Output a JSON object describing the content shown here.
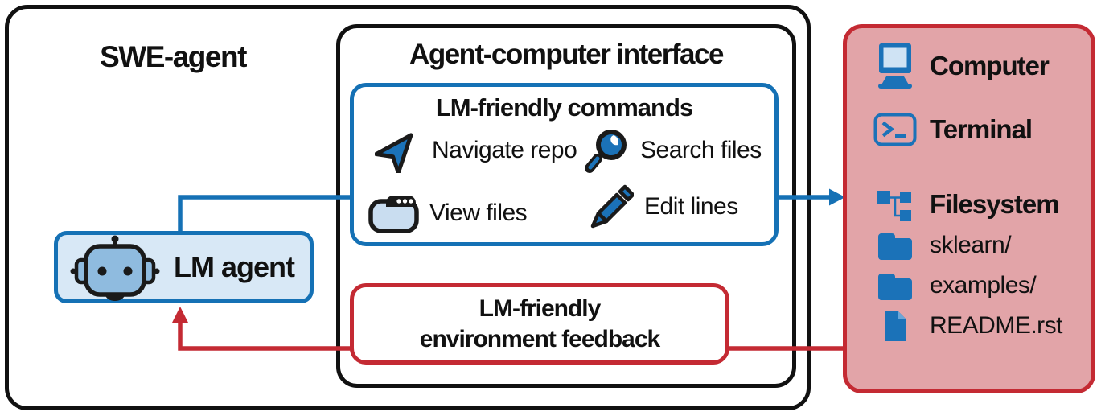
{
  "diagram": {
    "outer_label": "SWE-agent",
    "aci_label": "Agent-computer interface",
    "commands": {
      "title": "LM-friendly commands",
      "items": [
        {
          "icon": "navigate-cursor-icon",
          "label": "Navigate repo"
        },
        {
          "icon": "search-magnifier-icon",
          "label": "Search files"
        },
        {
          "icon": "view-files-window-icon",
          "label": "View files"
        },
        {
          "icon": "edit-pencil-icon",
          "label": "Edit lines"
        }
      ]
    },
    "feedback": {
      "line1": "LM-friendly",
      "line2": "environment feedback"
    },
    "agent": {
      "icon": "robot-icon",
      "label": "LM agent"
    },
    "computer": {
      "items": [
        {
          "icon": "computer-icon",
          "label": "Computer",
          "bold": true
        },
        {
          "icon": "terminal-icon",
          "label": "Terminal",
          "bold": true
        },
        {
          "icon": "filesystem-icon",
          "label": "Filesystem",
          "bold": true
        },
        {
          "icon": "folder-icon",
          "label": "sklearn/",
          "bold": false
        },
        {
          "icon": "folder-icon",
          "label": "examples/",
          "bold": false
        },
        {
          "icon": "file-icon",
          "label": "README.rst",
          "bold": false
        }
      ]
    },
    "colors": {
      "blue": "#1571b5",
      "red": "#c42a33",
      "pink": "#e2a4a8",
      "light_blue": "#d8e8f6",
      "robot_blue": "#8fbbdf",
      "icon_blue": "#1b72b8",
      "black": "#111111"
    }
  }
}
